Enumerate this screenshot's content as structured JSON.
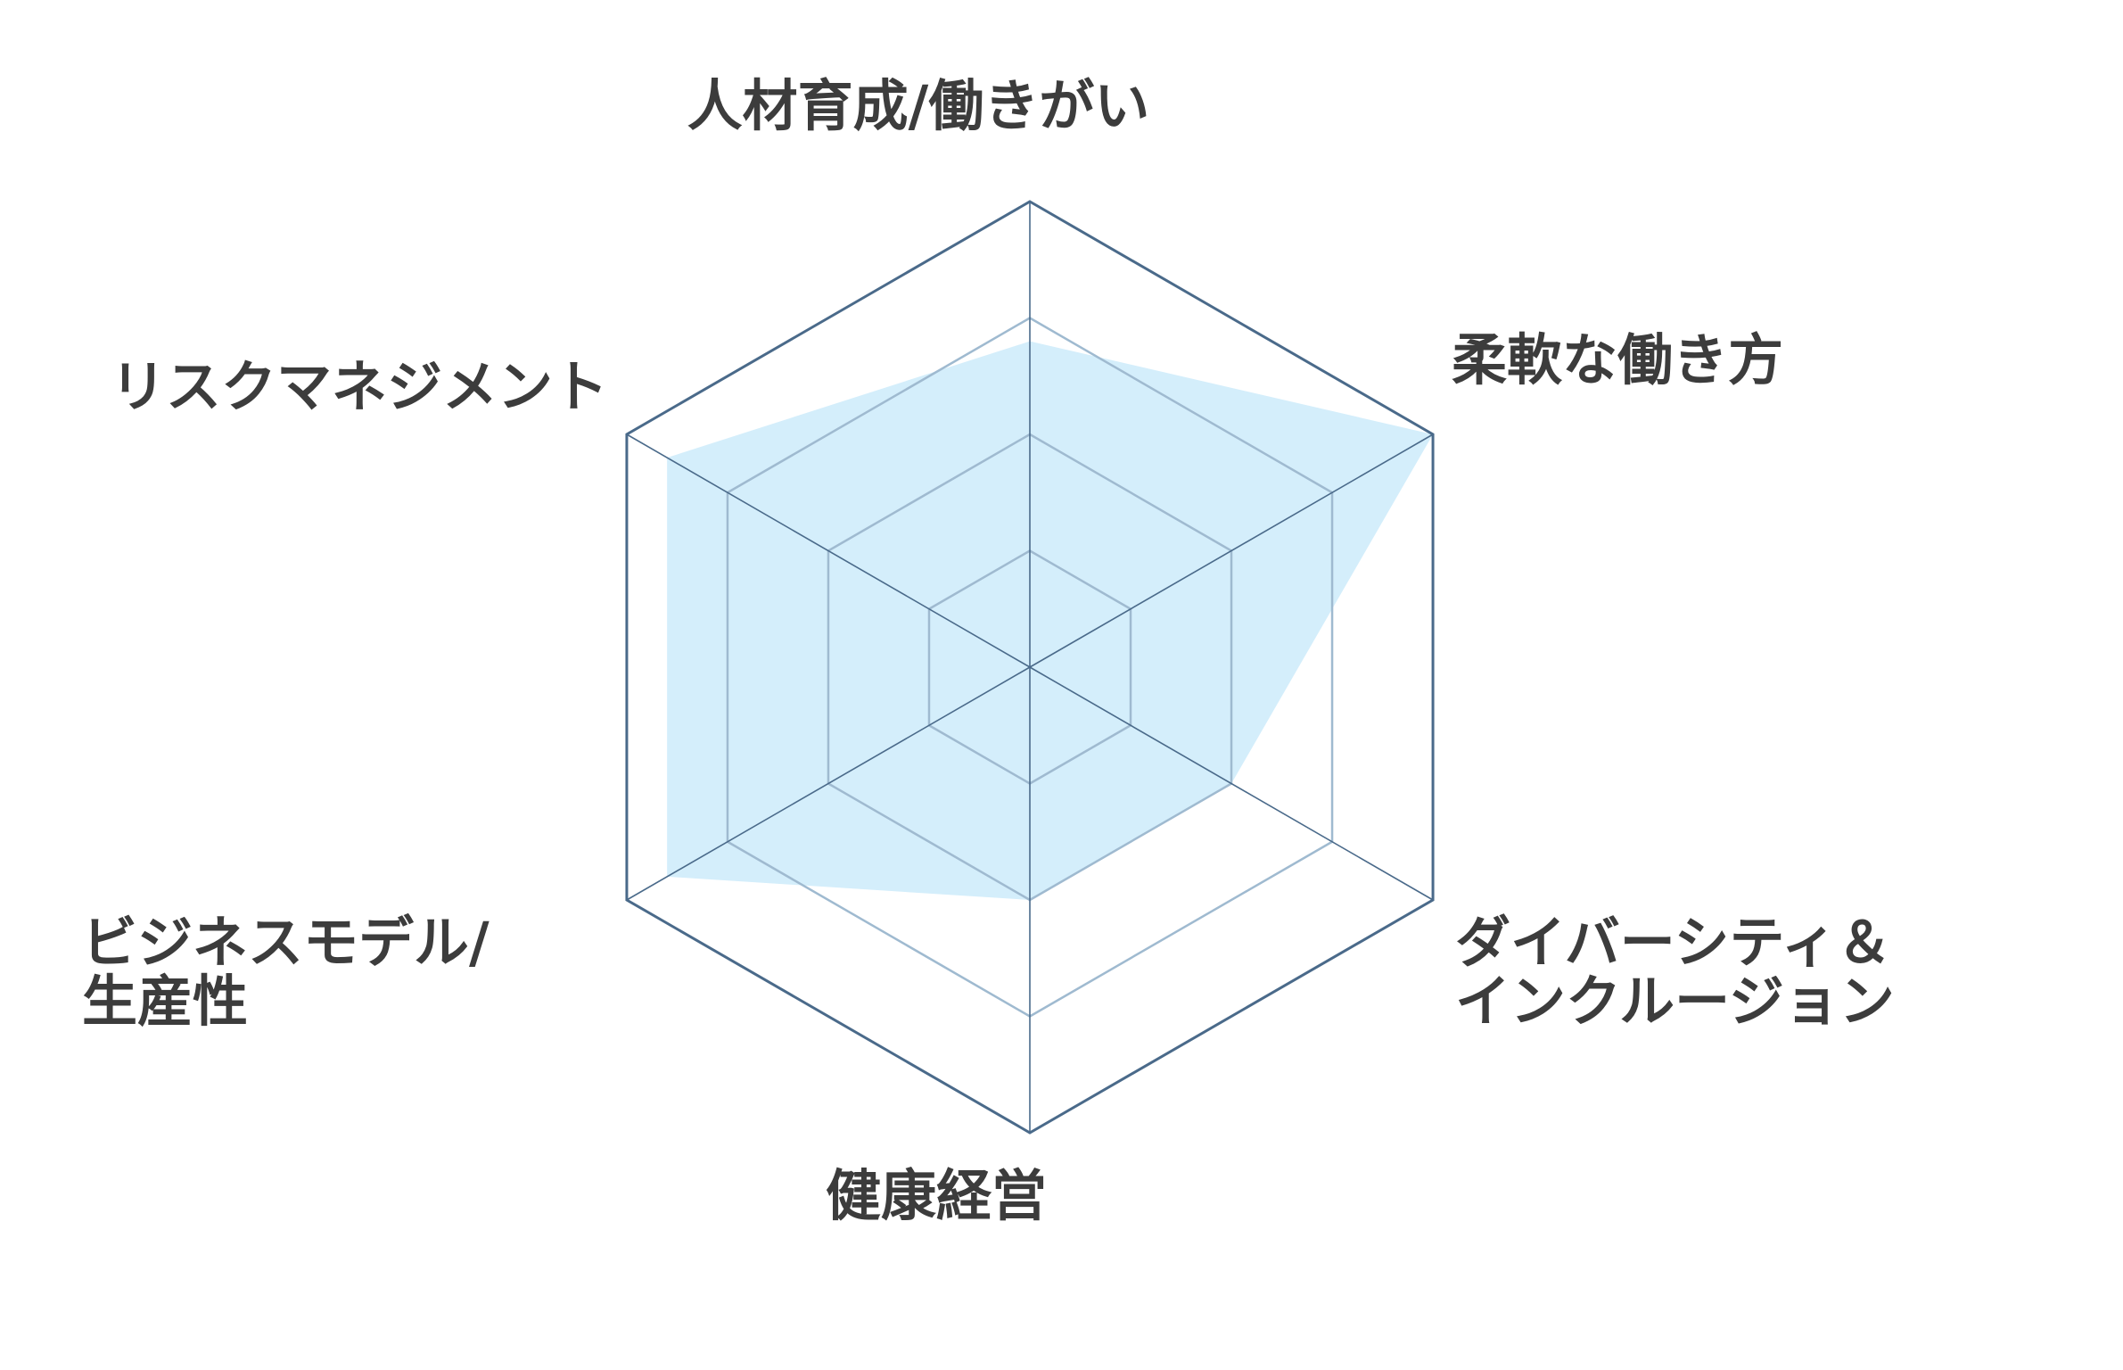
{
  "chart_data": {
    "type": "radar",
    "axes": [
      {
        "label_lines": [
          "人材育成/働きがい"
        ]
      },
      {
        "label_lines": [
          "柔軟な働き方"
        ]
      },
      {
        "label_lines": [
          "ダイバーシティ＆",
          "インクルージョン"
        ]
      },
      {
        "label_lines": [
          "健康経営"
        ]
      },
      {
        "label_lines": [
          "ビジネスモデル/",
          "生産性"
        ]
      },
      {
        "label_lines": [
          "リスクマネジメント"
        ]
      }
    ],
    "rlim": [
      0,
      4
    ],
    "grid_levels": [
      1,
      2,
      3,
      4
    ],
    "series": [
      {
        "values": [
          2.8,
          4.0,
          2.0,
          2.0,
          3.6,
          3.6
        ]
      }
    ],
    "grid": true,
    "legend": "none"
  },
  "colors": {
    "grid_outer": "#4a6a8a",
    "grid_inner": "#9fbad0",
    "spoke": "#4a6a8a",
    "fill": "#d4eefb",
    "label": "#3c3c3c"
  }
}
